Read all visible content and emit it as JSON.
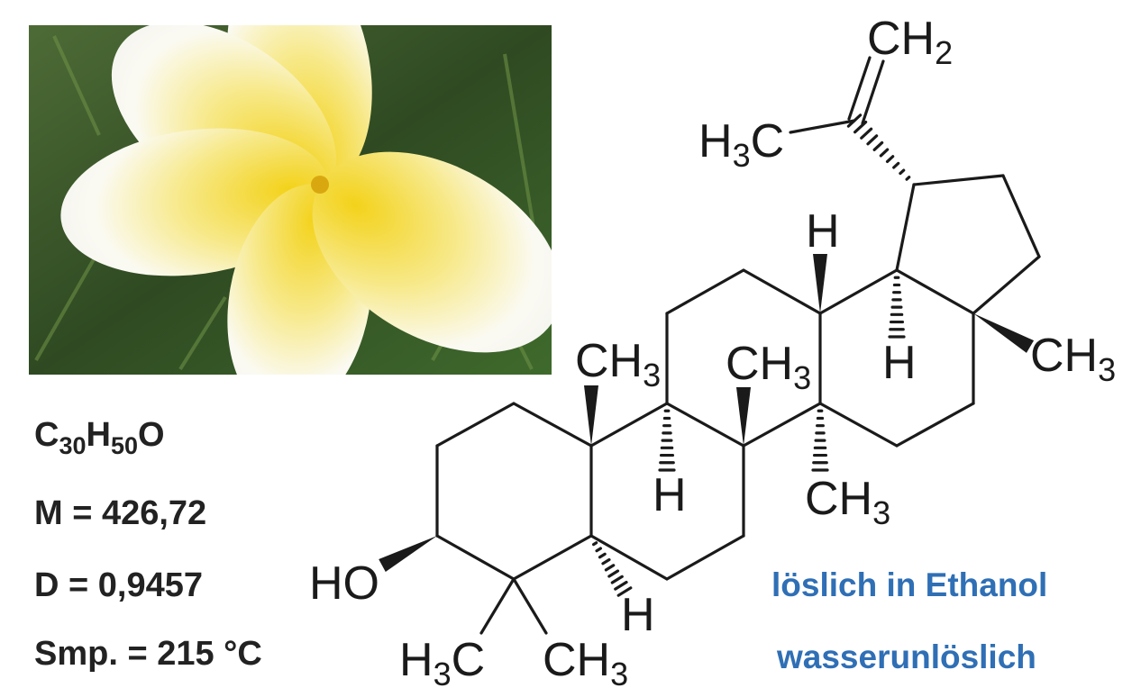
{
  "photo": {
    "subject": "flower-photo"
  },
  "properties": {
    "formula": {
      "c": "C",
      "c_sub": "30",
      "h": "H",
      "h_sub": "50",
      "o": "O"
    },
    "molar_mass": "M = 426,72",
    "density": "D = 0,9457",
    "melting_point": "Smp. = 215 °C"
  },
  "solubility": {
    "ethanol": "löslich in Ethanol",
    "water": "wasserunlöslich",
    "color": "#2f6fb5"
  },
  "structure": {
    "ho": "HO",
    "c4_methyl_left": {
      "a": "H",
      "sub": "3",
      "b": "C"
    },
    "c4_methyl_right": {
      "a": "CH",
      "sub": "3"
    },
    "c10_methyl": {
      "a": "CH",
      "sub": "3"
    },
    "c8_methyl": {
      "a": "CH",
      "sub": "3"
    },
    "c14_methyl": {
      "a": "CH",
      "sub": "3"
    },
    "c17_methyl": {
      "a": "CH",
      "sub": "3"
    },
    "c5_h": "H",
    "c9_h": "H",
    "c13_h": "H",
    "c18_h": "H",
    "isopropenyl_methyl": {
      "a": "H",
      "sub": "3",
      "b": "C"
    },
    "methylene": {
      "a": "CH",
      "sub": "2"
    }
  }
}
